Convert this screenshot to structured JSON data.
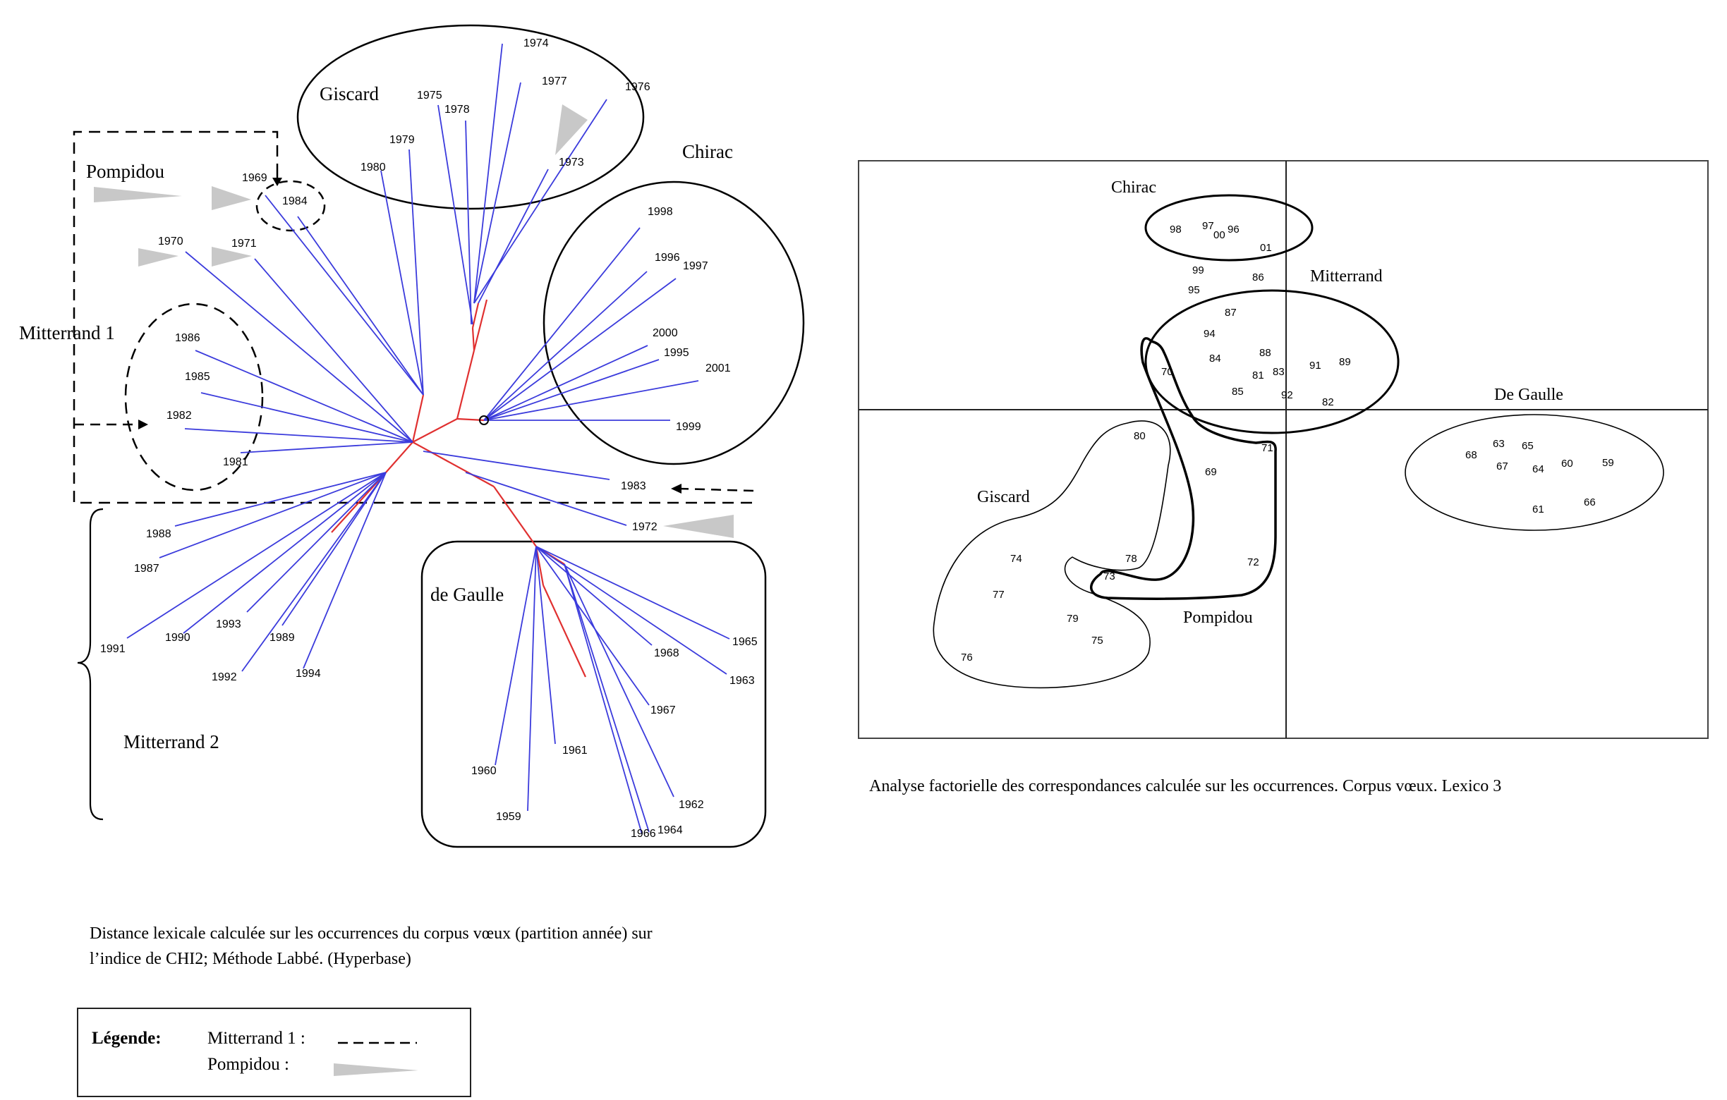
{
  "tree": {
    "group_labels": {
      "giscard": "Giscard",
      "chirac": "Chirac",
      "pompidou": "Pompidou",
      "mitterrand1": "Mitterrand 1",
      "mitterrand2": "Mitterrand 2",
      "degaulle": "de Gaulle"
    },
    "years": [
      "1974",
      "1977",
      "1976",
      "1975",
      "1978",
      "1973",
      "1979",
      "1980",
      "1969",
      "1984",
      "1970",
      "1971",
      "1986",
      "1985",
      "1982",
      "1981",
      "1998",
      "1996",
      "1997",
      "2000",
      "1995",
      "2001",
      "1999",
      "1983",
      "1972",
      "1988",
      "1987",
      "1991",
      "1990",
      "1993",
      "1989",
      "1992",
      "1994",
      "1965",
      "1968",
      "1963",
      "1967",
      "1960",
      "1961",
      "1962",
      "1959",
      "1966",
      "1964"
    ],
    "caption_line1": "Distance lexicale calculée sur les occurrences du corpus vœux (partition année) sur",
    "caption_line2": "l’indice de CHI2; Méthode Labbé. (Hyperbase)"
  },
  "legend": {
    "title": "Légende:",
    "mitterrand1": "Mitterrand 1 :",
    "pompidou": "Pompidou :"
  },
  "afc": {
    "group_labels": {
      "chirac": "Chirac",
      "mitterrand": "Mitterrand",
      "degaulle": "De Gaulle",
      "giscard": "Giscard",
      "pompidou": "Pompidou"
    },
    "points": [
      "98",
      "97",
      "00",
      "96",
      "01",
      "99",
      "86",
      "95",
      "87",
      "94",
      "88",
      "84",
      "83",
      "81",
      "91",
      "89",
      "85",
      "92",
      "82",
      "70",
      "80",
      "71",
      "69",
      "78",
      "73",
      "72",
      "74",
      "77",
      "79",
      "75",
      "76",
      "68",
      "63",
      "65",
      "67",
      "64",
      "60",
      "59",
      "61",
      "66"
    ],
    "caption": "Analyse factorielle des correspondances calculée sur les occurrences. Corpus vœux. Lexico 3"
  },
  "colors": {
    "branch": "#3b3bdc",
    "trunk": "#e03030",
    "arrowhead": "#c8c8c8"
  }
}
